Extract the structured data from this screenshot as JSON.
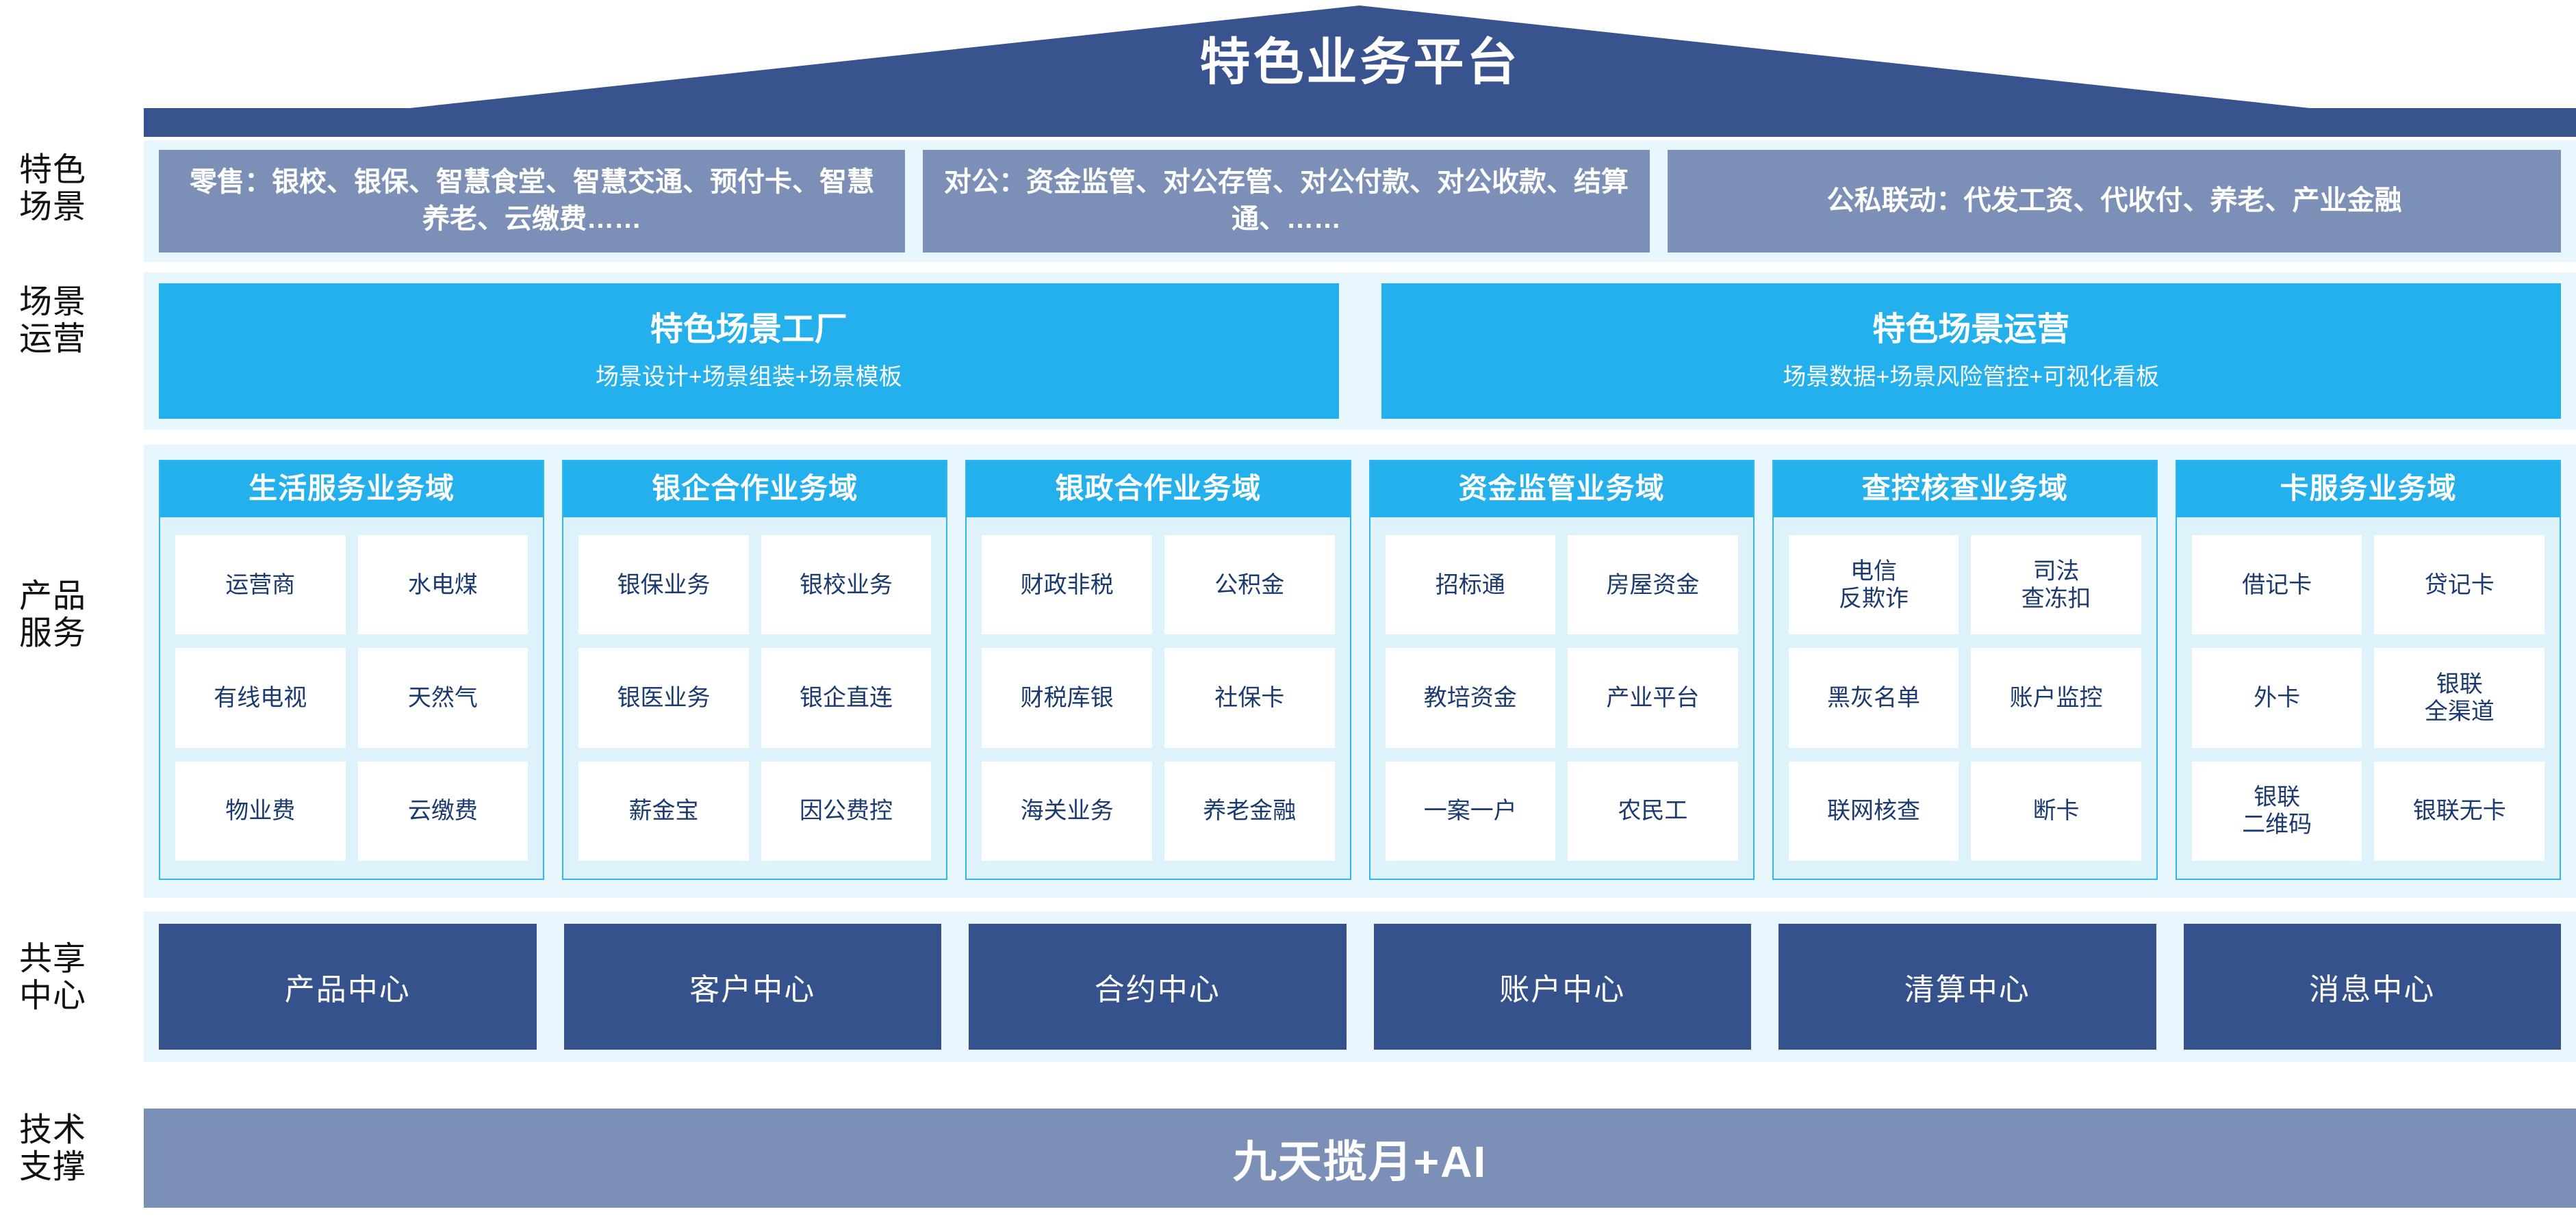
{
  "header": {
    "title": "特色业务平台",
    "banner_color": "#39538f"
  },
  "row_labels": {
    "scenes": [
      "特色",
      "场景"
    ],
    "scene_operation": [
      "场景",
      "运营"
    ],
    "product_services": [
      "产品",
      "服务"
    ],
    "shared_centers": [
      "共享",
      "中心"
    ],
    "tech_support": [
      "技术",
      "支撑"
    ]
  },
  "colors": {
    "navy": "#35528c",
    "slate": "#7c8fb6",
    "cyan": "#23b0ec",
    "pale_panel": "#e8f7fd",
    "cell_bg": "#ffffff",
    "cell_text": "#1b3a70"
  },
  "scenes": [
    {
      "label": "零售：银校、银保、智慧食堂、智慧交通、预付卡、智慧养老、云缴费……"
    },
    {
      "label": "对公：资金监管、对公存管、对公付款、对公收款、结算通、……"
    },
    {
      "label": "公私联动：代发工资、代收付、养老、产业金融"
    }
  ],
  "scene_operation": [
    {
      "title": "特色场景工厂",
      "subtitle": "场景设计+场景组装+场景模板"
    },
    {
      "title": "特色场景运营",
      "subtitle": "场景数据+场景风险管控+可视化看板"
    }
  ],
  "product_domains": [
    {
      "title": "生活服务业务域",
      "items": [
        "运营商",
        "水电煤",
        "有线电视",
        "天然气",
        "物业费",
        "云缴费"
      ]
    },
    {
      "title": "银企合作业务域",
      "items": [
        "银保业务",
        "银校业务",
        "银医业务",
        "银企直连",
        "薪金宝",
        "因公费控"
      ]
    },
    {
      "title": "银政合作业务域",
      "items": [
        "财政非税",
        "公积金",
        "财税库银",
        "社保卡",
        "海关业务",
        "养老金融"
      ]
    },
    {
      "title": "资金监管业务域",
      "items": [
        "招标通",
        "房屋资金",
        "教培资金",
        "产业平台",
        "一案一户",
        "农民工"
      ]
    },
    {
      "title": "查控核查业务域",
      "items": [
        "电信\n反欺诈",
        "司法\n查冻扣",
        "黑灰名单",
        "账户监控",
        "联网核查",
        "断卡"
      ]
    },
    {
      "title": "卡服务业务域",
      "items": [
        "借记卡",
        "贷记卡",
        "外卡",
        "银联\n全渠道",
        "银联\n二维码",
        "银联无卡"
      ]
    }
  ],
  "shared_centers": [
    {
      "label": "产品中心"
    },
    {
      "label": "客户中心"
    },
    {
      "label": "合约中心"
    },
    {
      "label": "账户中心"
    },
    {
      "label": "清算中心"
    },
    {
      "label": "消息中心"
    }
  ],
  "tech_support": {
    "label": "九天揽月+AI"
  }
}
